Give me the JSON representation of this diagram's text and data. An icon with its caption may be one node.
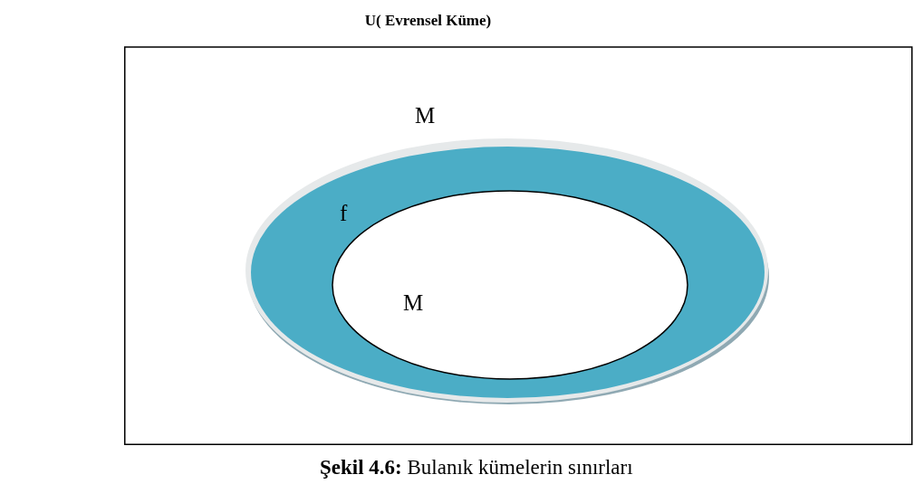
{
  "diagram": {
    "caption": "**Şekil 4.6:** Bulanık kümelerin sınırları",
    "nodes": [
      {
        "text": [
          "U( Evrensel Küme)"
        ]
      },
      {
        "text": [
          "f"
        ],
        "in": 0
      },
      {
        "text": [
          "M"
        ],
        "in": 1
      }
    ],
    "labels": [
      "M"
    ]
  }
}
